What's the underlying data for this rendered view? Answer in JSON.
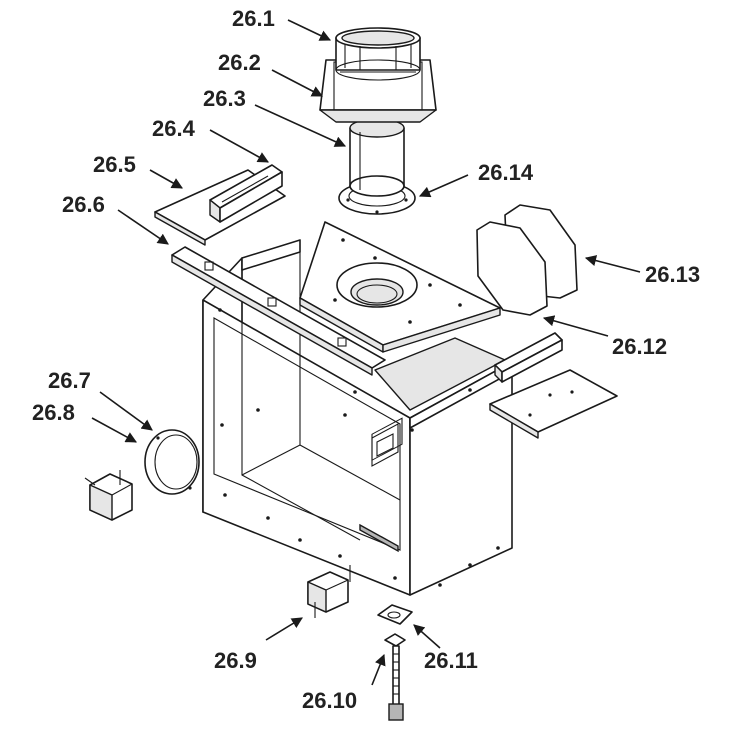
{
  "diagram": {
    "labels": {
      "p26_1": "26.1",
      "p26_2": "26.2",
      "p26_3": "26.3",
      "p26_4": "26.4",
      "p26_5": "26.5",
      "p26_6": "26.6",
      "p26_7": "26.7",
      "p26_8": "26.8",
      "p26_9": "26.9",
      "p26_10": "26.10",
      "p26_11": "26.11",
      "p26_12": "26.12",
      "p26_13": "26.13",
      "p26_14": "26.14"
    },
    "colors": {
      "line": "#1a1a1a",
      "text": "#222222",
      "background": "#ffffff"
    }
  }
}
